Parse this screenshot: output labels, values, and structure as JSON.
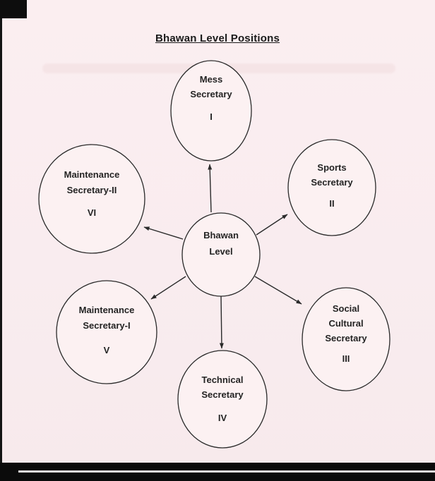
{
  "page": {
    "title": "Bhawan Level Positions"
  },
  "diagram": {
    "center": {
      "line1": "Bhawan",
      "line2": "Level"
    },
    "nodes": {
      "mess": {
        "line1": "Mess",
        "line2": "Secretary",
        "numeral": "I"
      },
      "sports": {
        "line1": "Sports",
        "line2": "Secretary",
        "numeral": "II"
      },
      "social": {
        "line1": "Social",
        "line2": "Cultural",
        "line3": "Secretary",
        "numeral": "III"
      },
      "technical": {
        "line1": "Technical",
        "line2": "Secretary",
        "numeral": "IV"
      },
      "maintenance1": {
        "line1": "Maintenance",
        "line2": "Secretary-I",
        "numeral": "V"
      },
      "maintenance2": {
        "line1": "Maintenance",
        "line2": "Secretary-II",
        "numeral": "VI"
      }
    },
    "colors": {
      "paper": "#fbeef0",
      "ink": "#2a2a2a",
      "scan_bar": "#0b0b0b"
    }
  }
}
